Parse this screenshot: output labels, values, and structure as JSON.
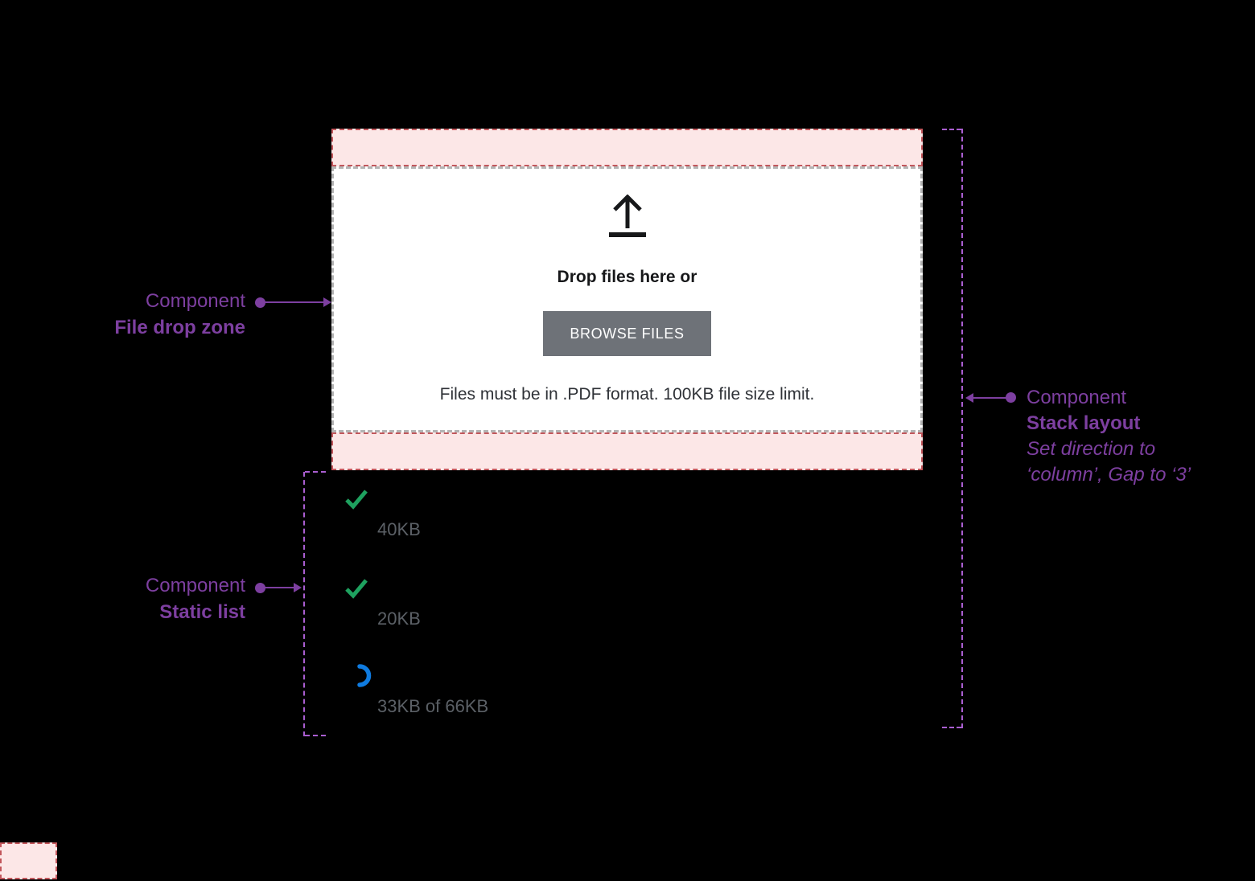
{
  "drop_zone": {
    "icon": "upload-arrow-icon",
    "title": "Drop files here or",
    "button_label": "BROWSE FILES",
    "note": "Files must be in .PDF format. 100KB file size limit."
  },
  "file_list": {
    "items": [
      {
        "icon": "check-icon",
        "size_label": "40KB"
      },
      {
        "icon": "check-icon",
        "size_label": "20KB"
      },
      {
        "icon": "spinner-icon",
        "size_label": "33KB of 66KB"
      }
    ]
  },
  "annotations": {
    "file_drop_zone": {
      "kicker": "Component",
      "name": "File drop zone"
    },
    "static_list": {
      "kicker": "Component",
      "name": "Static list"
    },
    "stack_layout": {
      "kicker": "Component",
      "name": "Stack layout",
      "hint_line_1": "Set direction to",
      "hint_line_2": "‘column’, Gap to ‘3’"
    }
  },
  "colors": {
    "annotation_purple": "#7d3fa0",
    "guide_purple": "#aa5ed1",
    "padding_pink": "#fce7e7",
    "padding_border_red": "#c2575c",
    "dropzone_border_gray": "#b4b4b4",
    "button_gray": "#6e7278",
    "success_green": "#1ea15f",
    "progress_blue": "#0f7be0",
    "file_size_gray": "#5b6066"
  }
}
